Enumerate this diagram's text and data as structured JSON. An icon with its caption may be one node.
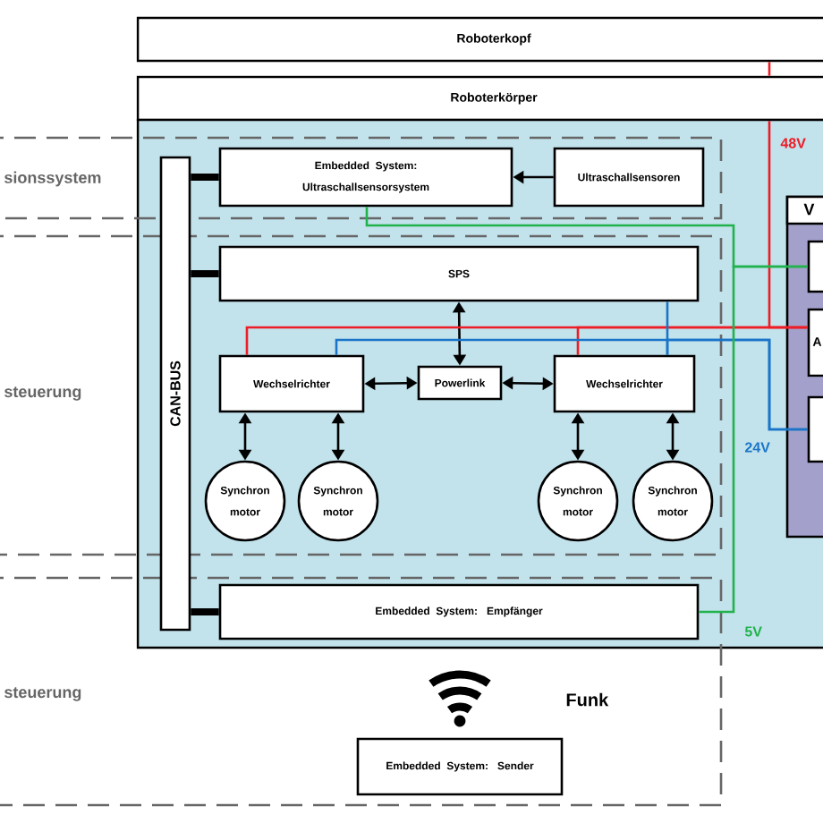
{
  "diagram": {
    "nodes": [
      {
        "text": [
          "Roboterkopf"
        ]
      },
      {
        "text": [
          "Roboterkörper"
        ]
      },
      {
        "text": [],
        "shape": "box"
      },
      {
        "text": [
          "CAN-BUS"
        ],
        "in": 2
      },
      {
        "text": [
          "Embedded System: Ultraschallsensorsystem"
        ],
        "in": 2
      },
      {
        "text": [
          "Ultraschallsensoren"
        ],
        "in": 2
      },
      {
        "text": [
          "SPS"
        ],
        "in": 2
      },
      {
        "text": [
          "Wechselrichter"
        ],
        "in": 2
      },
      {
        "text": [
          "Powerlink"
        ],
        "in": 2
      },
      {
        "text": [
          "Wechselrichter"
        ],
        "in": 2
      },
      {
        "text": [
          "Synchron motor"
        ],
        "in": 2
      },
      {
        "text": [
          "Synchron motor"
        ],
        "in": 2
      },
      {
        "text": [
          "Synchron motor"
        ],
        "in": 2
      },
      {
        "text": [
          "Synchron motor"
        ],
        "in": 2
      },
      {
        "text": [
          "Embedded System: Empfänger"
        ],
        "in": 2
      },
      {
        "text": [
          "Embedded System: Sender"
        ]
      },
      {
        "text": [
          "V"
        ],
        "in": 2
      },
      {
        "text": [],
        "shape": "box",
        "in": 16
      },
      {
        "text": [
          "A"
        ],
        "in": 16
      },
      {
        "text": [],
        "shape": "box",
        "in": 16
      }
    ],
    "edges": [
      {
        "from": 5,
        "to": 4,
        "arrow": "to"
      },
      {
        "from": 3,
        "to": 4,
        "arrow": "none",
        "style": "thick"
      },
      {
        "from": 3,
        "to": 6,
        "arrow": "none",
        "style": "thick"
      },
      {
        "from": 3,
        "to": 14,
        "arrow": "none",
        "style": "thick"
      },
      {
        "from": 6,
        "to": 8,
        "arrow": "both"
      },
      {
        "from": 7,
        "to": 8,
        "arrow": "both"
      },
      {
        "from": 8,
        "to": 9,
        "arrow": "both"
      },
      {
        "from": 7,
        "to": 10,
        "arrow": "both"
      },
      {
        "from": 7,
        "to": 11,
        "arrow": "both"
      },
      {
        "from": 9,
        "to": 12,
        "arrow": "both"
      },
      {
        "from": 9,
        "to": 13,
        "arrow": "both"
      },
      {
        "from": 0,
        "to": 1,
        "arrow": "none",
        "color": "#ee1c25"
      },
      {
        "from": 1,
        "to": 18,
        "arrow": "none",
        "color": "#ee1c25"
      },
      {
        "from": 18,
        "to": 7,
        "arrow": "none",
        "color": "#ee1c25"
      },
      {
        "from": 18,
        "to": 9,
        "arrow": "none",
        "color": "#ee1c25"
      },
      {
        "from": 19,
        "to": 7,
        "arrow": "none",
        "color": "#1a75c8"
      },
      {
        "from": 19,
        "to": 9,
        "arrow": "none",
        "color": "#1a75c8"
      },
      {
        "from": 6,
        "to": 9,
        "arrow": "none",
        "color": "#1a75c8"
      },
      {
        "from": 17,
        "to": 4,
        "arrow": "none",
        "color": "#22b24c"
      },
      {
        "from": 17,
        "to": 14,
        "arrow": "none",
        "color": "#22b24c"
      }
    ],
    "labels": [
      "sionssystem",
      "steuerung",
      "steuerung",
      "48V",
      "24V",
      "5V",
      "Funk"
    ]
  }
}
